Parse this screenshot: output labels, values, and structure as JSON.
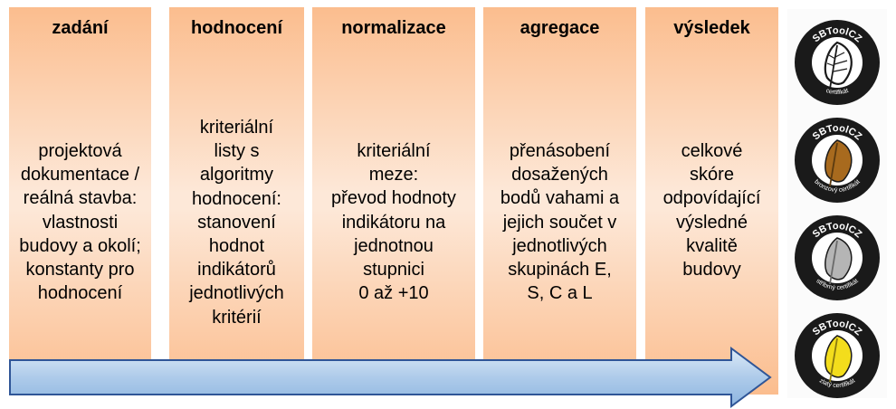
{
  "steps": [
    {
      "title": "zadání",
      "text": "projektová\ndokumentace /\nreálná stavba:\nvlastnosti\nbudovy a okolí;\nkonstanty pro\nhodnocení"
    },
    {
      "title": "hodnocení",
      "text": "kriteriální\nlisty s\nalgoritmy\nhodnocení:\nstanovení\nhodnot\nindikátorů\njednotlivých\nkritérií"
    },
    {
      "title": "normalizace",
      "text": "kriteriální\nmeze:\npřevod hodnoty\nindikátoru na\njednotnou\nstupnici\n0 až +10"
    },
    {
      "title": "agregace",
      "text": "přenásobení\ndosažených\nbodů vahami a\njejich součet v\njednotlivých\nskupinách E,\nS, C a L"
    },
    {
      "title": "výsledek",
      "text": "celkové\nskóre\nodpovídající\nvýsledné\nkvalitě\nbudovy"
    }
  ],
  "badges": [
    {
      "top_text": "SBToolCZ",
      "bottom_text": "certifikát",
      "leaf_color": "#ffffff",
      "leaf_name": "white-leaf-icon"
    },
    {
      "top_text": "SBToolCZ",
      "bottom_text": "bronzový certifikát",
      "leaf_color": "#a86a1e",
      "leaf_name": "bronze-leaf-icon"
    },
    {
      "top_text": "SBToolCZ",
      "bottom_text": "stříbrný certifikát",
      "leaf_color": "#b5b5b5",
      "leaf_name": "silver-leaf-icon"
    },
    {
      "top_text": "SBToolCZ",
      "bottom_text": "zlatý certifikát",
      "leaf_color": "#f3dd1c",
      "leaf_name": "gold-leaf-icon"
    }
  ],
  "colors": {
    "column": "#fbbd8e",
    "arrow": "#9dc3e6",
    "arrow_outline": "#2f5597"
  }
}
